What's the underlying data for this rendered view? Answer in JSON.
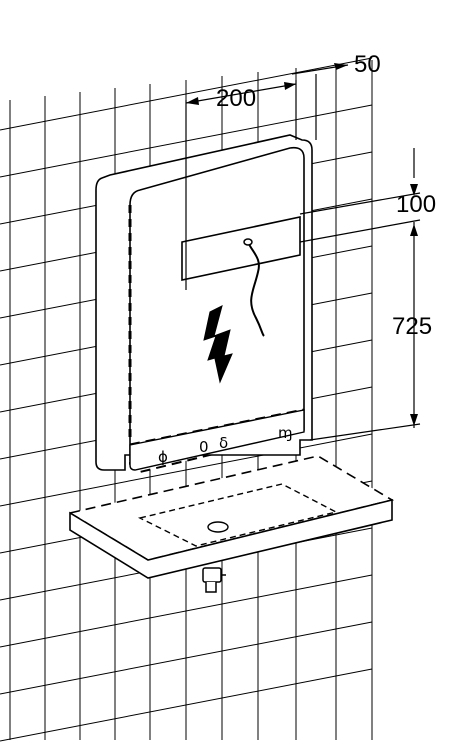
{
  "diagram": {
    "dimensions": {
      "top_offset": "50",
      "side_offset": "200",
      "height_above": "100",
      "mount_height": "725"
    },
    "control_symbols": {
      "left": "ɸ",
      "mid1": "0",
      "mid2": "δ",
      "right": "ɱ"
    },
    "colors": {
      "stroke": "#000000",
      "background": "#ffffff"
    },
    "icons": [
      "high-voltage-icon",
      "power-cable-icon",
      "faucet-icon"
    ]
  }
}
